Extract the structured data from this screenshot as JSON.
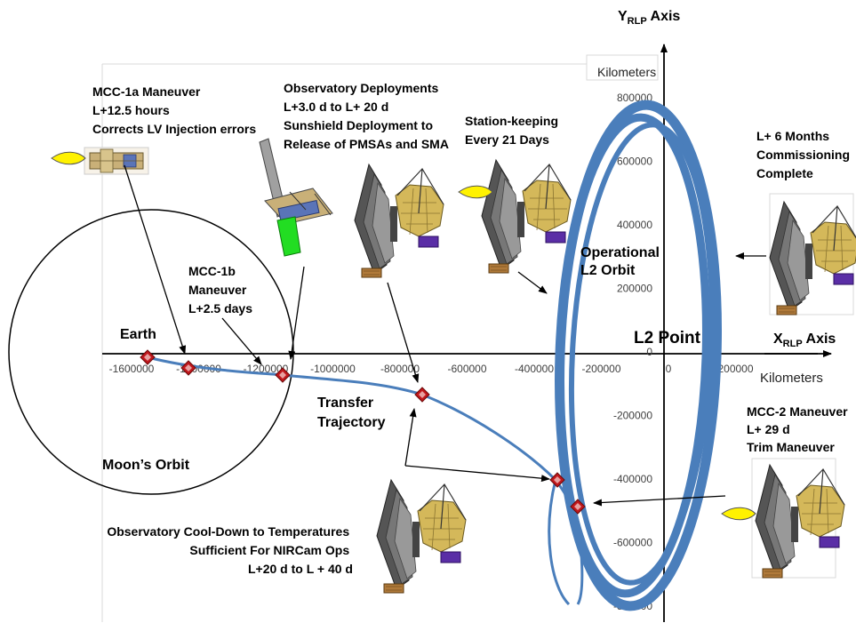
{
  "colors": {
    "trajectory": "#4a7ebb",
    "orbit": "#4a7ebb",
    "marker": "#c0171c",
    "axis": "#000000",
    "tick_text": "#404040",
    "gold": "#d4b85a",
    "thruster_flame": "#fff200"
  },
  "axes": {
    "y_title_main": "Y",
    "y_title_sub": "RLP",
    "y_title_tail": " Axis",
    "x_title_main": "X",
    "x_title_sub": "RLP",
    "x_title_tail": " Axis",
    "y_units": "Kilometers",
    "x_units": "Kilometers",
    "x_ticks": [
      "-1600000",
      "-1400000",
      "-1200000",
      "-1000000",
      "-800000",
      "-600000",
      "-400000",
      "-200000",
      "0",
      "200000"
    ],
    "y_ticks": [
      "800000",
      "600000",
      "400000",
      "200000",
      "0",
      "-200000",
      "-400000",
      "-600000",
      "-800000"
    ]
  },
  "labels": {
    "earth": "Earth",
    "moons_orbit": "Moon’s Orbit",
    "l2_point": "L2 Point",
    "transfer": [
      "Transfer",
      "Trajectory"
    ],
    "operational": [
      "Operational",
      "L2 Orbit"
    ],
    "mcc1a": [
      "MCC-1a Maneuver",
      "L+12.5 hours",
      "Corrects LV Injection errors"
    ],
    "mcc1b": [
      "MCC-1b",
      "Maneuver",
      "L+2.5 days"
    ],
    "deploy": [
      "Observatory Deployments",
      "L+3.0 d to L+ 20 d",
      "Sunshield Deployment to",
      "Release of PMSAs and SMA"
    ],
    "station": [
      "Station-keeping",
      "Every 21 Days"
    ],
    "commission": [
      "L+ 6 Months",
      "Commissioning",
      "Complete"
    ],
    "mcc2": [
      "MCC-2 Maneuver",
      "L+ 29 d",
      "Trim Maneuver"
    ],
    "cooldown": [
      "Observatory Cool-Down to Temperatures",
      "Sufficient For NIRCam Ops",
      "L+20 d to L + 40 d"
    ]
  },
  "icons": {
    "spacecraft": "jwst-observatory-icon",
    "stowed": "stowed-observatory-icon",
    "partial": "partially-deployed-observatory-icon",
    "flame": "thruster-flame-icon",
    "marker": "maneuver-marker-icon"
  }
}
